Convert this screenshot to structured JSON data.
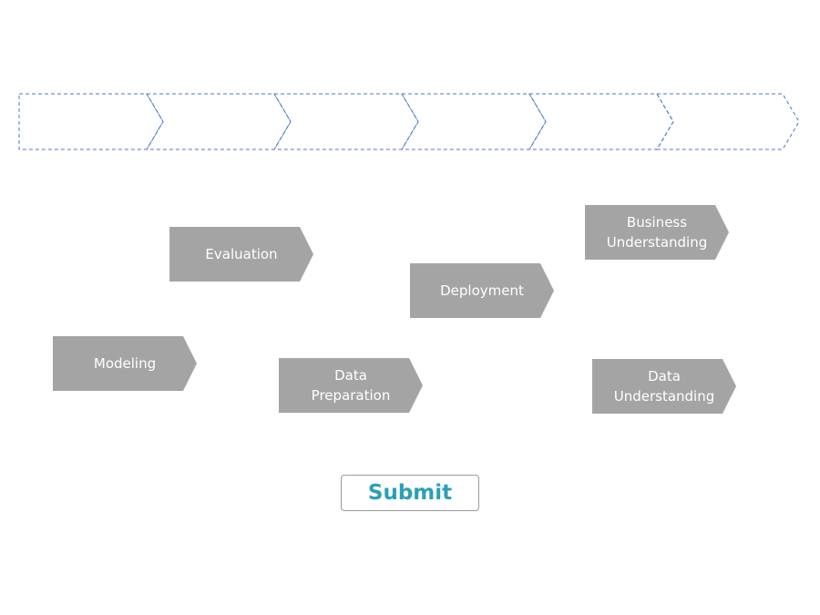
{
  "drop_zone": {
    "slot_count": 6,
    "border_color": "#4a78c0"
  },
  "chips": {
    "fill_color": "#a4a4a4",
    "business_understanding": "Business\nUnderstanding",
    "evaluation": "Evaluation",
    "deployment": "Deployment",
    "modeling": "Modeling",
    "data_preparation": "Data\nPreparation",
    "data_understanding": "Data\nUnderstanding"
  },
  "submit": {
    "label": "Submit",
    "color": "#2aa0b8"
  }
}
